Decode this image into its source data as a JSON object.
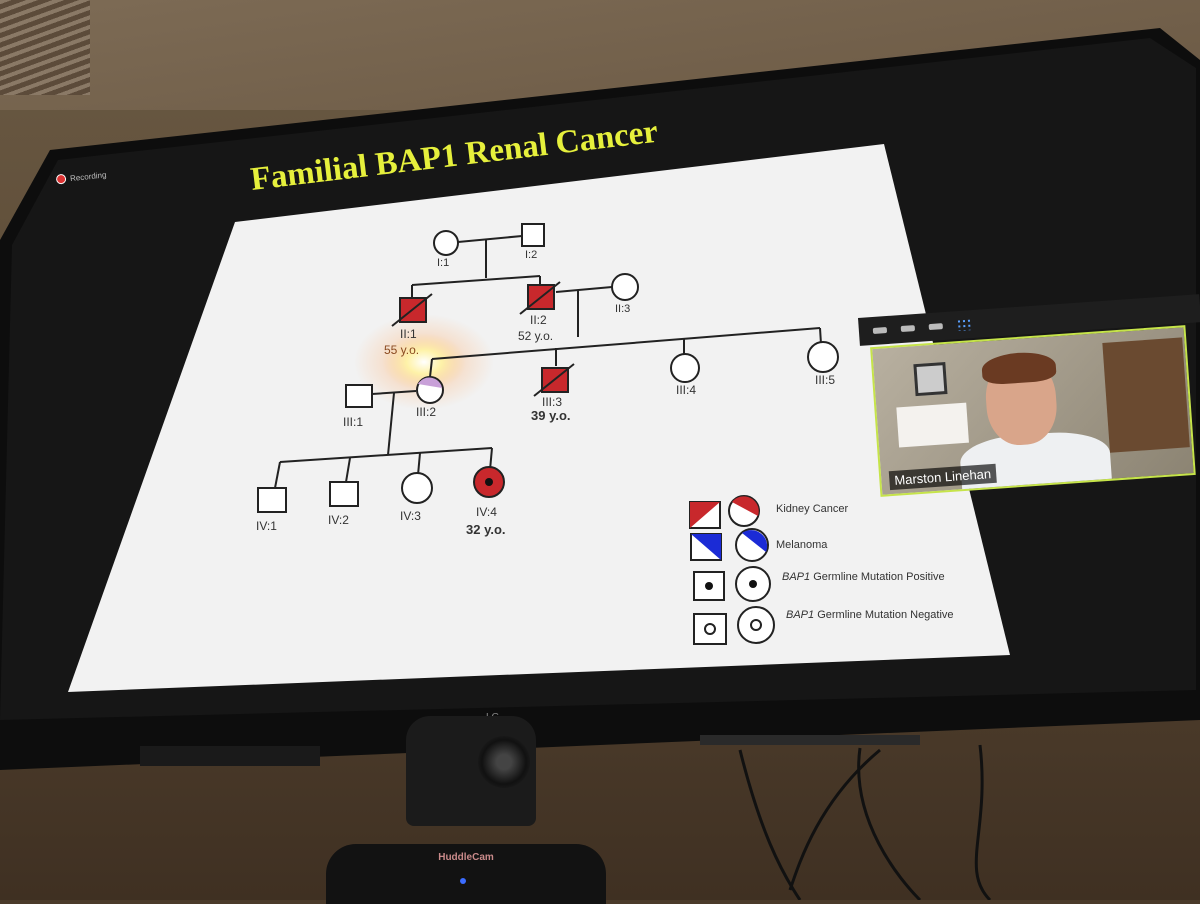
{
  "zoom": {
    "recording_label": "Recording",
    "participant_name": "Marston Linehan"
  },
  "slide": {
    "title": "Familial BAP1 Renal Cancer",
    "individuals": {
      "I1": "I:1",
      "I2": "I:2",
      "II1": "II:1",
      "II2": "II:2",
      "II3": "II:3",
      "III1": "III:1",
      "III2": "III:2",
      "III3": "III:3",
      "III4": "III:4",
      "III5": "III:5",
      "IV1": "IV:1",
      "IV2": "IV:2",
      "IV3": "IV:3",
      "IV4": "IV:4"
    },
    "ages": {
      "II1": "55 y.o.",
      "II2": "52 y.o.",
      "III3": "39 y.o.",
      "IV4": "32 y.o."
    },
    "legend": {
      "kidney": "Kidney Cancer",
      "melanoma": "Melanoma",
      "positive_gene": "BAP1",
      "positive_text": " Germline Mutation Positive",
      "negative_gene": "BAP1",
      "negative_text": " Germline Mutation Negative"
    },
    "colors": {
      "affected": "#c8282c",
      "melanoma": "#1b2bd6",
      "title": "#e6f03c"
    }
  },
  "devices": {
    "tv_brand": "LG",
    "camera_brand": "HuddleCam"
  }
}
